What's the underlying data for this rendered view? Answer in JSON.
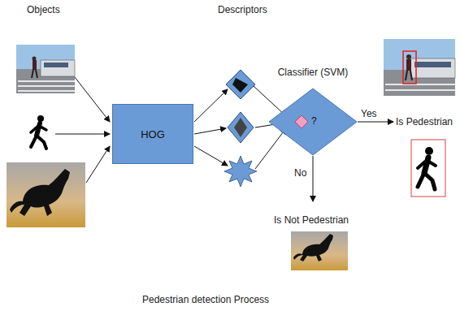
{
  "diagram": {
    "caption": "Pedestrian detection Process",
    "nodes": [
      {
        "text": [
          "HOG"
        ]
      },
      {
        "text": [
          "Classifier (SVM)",
          "?"
        ]
      }
    ],
    "labels": [
      "Objects",
      "Descriptors",
      "Yes",
      "No",
      "Is Pedestrian",
      "Is Not Pedestrian"
    ]
  }
}
